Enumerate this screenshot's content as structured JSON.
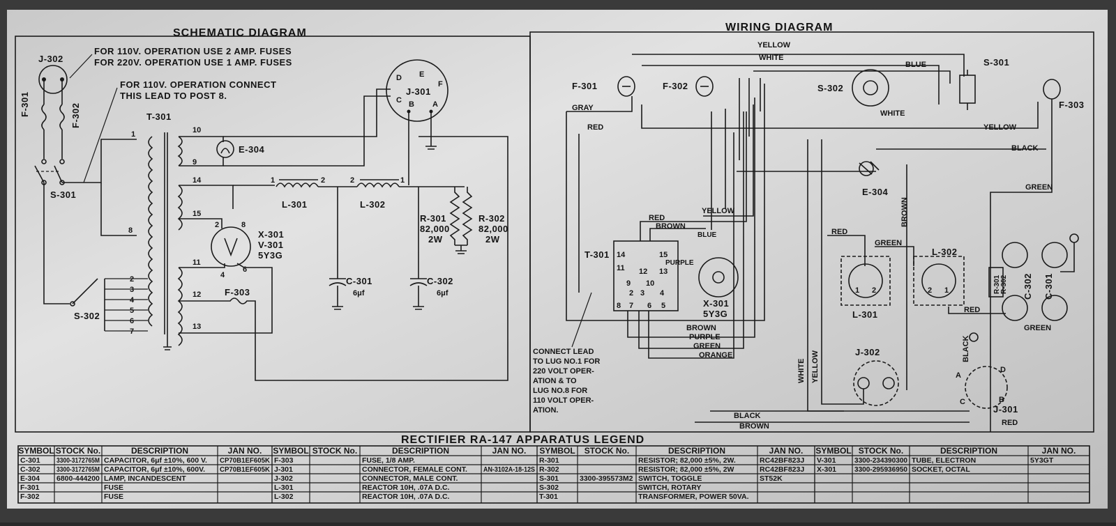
{
  "titles": {
    "schematic": "SCHEMATIC DIAGRAM",
    "wiring": "WIRING DIAGRAM",
    "legend": "RECTIFIER RA-147 APPARATUS LEGEND"
  },
  "schematic": {
    "notes": {
      "fuse_line1": "FOR 110V. OPERATION USE 2 AMP. FUSES",
      "fuse_line2": "FOR 220V. OPERATION USE 1 AMP. FUSES",
      "lead_line1": "FOR 110V. OPERATION CONNECT",
      "lead_line2": "THIS LEAD TO POST 8."
    },
    "labels": {
      "j302": "J-302",
      "f301": "F-301",
      "f302": "F-302",
      "s301": "S-301",
      "t301": "T-301",
      "e304": "E-304",
      "j301": "J-301",
      "l301": "L-301",
      "l302": "L-302",
      "r301": "R-301",
      "r302": "R-302",
      "r_val": "82,000",
      "r_watt": "2W",
      "x301": "X-301",
      "v301": "V-301",
      "tube": "5Y3G",
      "c301": "C-301",
      "c302": "C-302",
      "cap_val": "6μf",
      "f303": "F-303",
      "s302": "S-302"
    },
    "pins": {
      "p1": "1",
      "p2": "2",
      "p3": "3",
      "p4": "4",
      "p5": "5",
      "p6": "6",
      "p7": "7",
      "p8": "8",
      "p9": "9",
      "p10": "10",
      "p11": "11",
      "p12": "12",
      "p13": "13",
      "p14": "14",
      "p15": "15",
      "a": "A",
      "b": "B",
      "c": "C",
      "d": "D",
      "e": "E",
      "f": "F"
    }
  },
  "wiring": {
    "colors": {
      "yellow": "YELLOW",
      "white": "WHITE",
      "blue": "BLUE",
      "gray": "GRAY",
      "red": "RED",
      "black": "BLACK",
      "green": "GREEN",
      "brown": "BROWN",
      "purple": "PURPLE",
      "orange": "ORANGE"
    },
    "labels": {
      "f301": "F-301",
      "f302": "F-302",
      "s302": "S-302",
      "s301": "S-301",
      "f303": "F-303",
      "e304": "E-304",
      "t301": "T-301",
      "x301": "X-301",
      "tube": "5Y3G",
      "l301": "L-301",
      "l302": "L-302",
      "c302": "C-302",
      "c301": "C-301",
      "j302": "J-302",
      "j301": "J-301",
      "r301": "R-301",
      "r302": "R-302"
    },
    "note": [
      "CONNECT LEAD",
      "TO LUG NO.1 FOR",
      "220 VOLT OPER-",
      "ATION & TO",
      "LUG NO.8 FOR",
      "110 VOLT OPER-",
      "ATION."
    ]
  },
  "legend": {
    "headers": [
      "SYMBOL",
      "STOCK No.",
      "DESCRIPTION",
      "JAN NO."
    ],
    "group1": [
      [
        "C-301",
        "3300-3172765M",
        "CAPACITOR, 6μf ±10%, 600 V.",
        "CP70B1EF605K"
      ],
      [
        "C-302",
        "3300-3172765M",
        "CAPACITOR, 6μf ±10%, 600V.",
        "CP70B1EF605K"
      ],
      [
        "E-304",
        "6800-444200",
        "LAMP, INCANDESCENT",
        ""
      ],
      [
        "F-301",
        "",
        "FUSE",
        ""
      ],
      [
        "F-302",
        "",
        "FUSE",
        ""
      ]
    ],
    "group2": [
      [
        "F-303",
        "",
        "FUSE, 1/8 AMP.",
        ""
      ],
      [
        "J-301",
        "",
        "CONNECTOR, FEMALE CONT.",
        "AN-3102A-18-12S"
      ],
      [
        "J-302",
        "",
        "CONNECTOR, MALE CONT.",
        ""
      ],
      [
        "L-301",
        "",
        "REACTOR 10H, .07A D.C.",
        ""
      ],
      [
        "L-302",
        "",
        "REACTOR 10H, .07A D.C.",
        ""
      ]
    ],
    "group3": [
      [
        "R-301",
        "",
        "RESISTOR; 82,000 ±5%, 2W.",
        "RC42BF823J"
      ],
      [
        "R-302",
        "",
        "RESISTOR; 82,000 ±5%, 2W",
        "RC42BF823J"
      ],
      [
        "S-301",
        "3300-395573M2",
        "SWITCH, TOGGLE",
        "ST52K"
      ],
      [
        "S-302",
        "",
        "SWITCH, ROTARY",
        ""
      ],
      [
        "T-301",
        "",
        "TRANSFORMER, POWER 50VA.",
        ""
      ]
    ],
    "group4": [
      [
        "V-301",
        "3300-234390300",
        "TUBE, ELECTRON",
        "5Y3GT"
      ],
      [
        "X-301",
        "3300-295936950",
        "SOCKET, OCTAL",
        ""
      ],
      [
        "",
        "",
        "",
        ""
      ],
      [
        "",
        "",
        "",
        ""
      ],
      [
        "",
        "",
        "",
        ""
      ]
    ]
  }
}
